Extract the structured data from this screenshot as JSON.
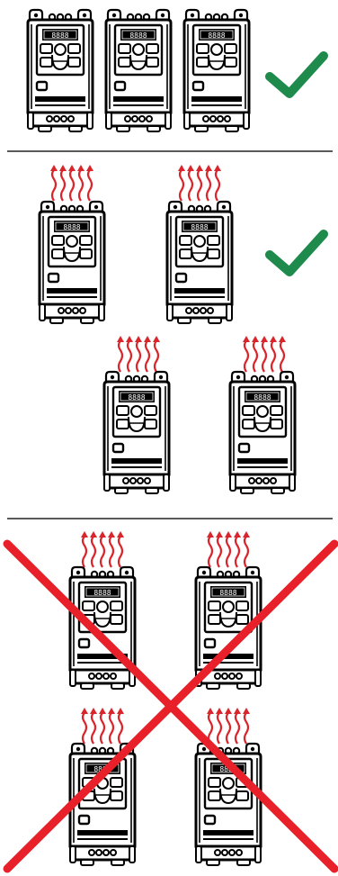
{
  "colors": {
    "device_outline": "#000000",
    "device_fill": "#ffffff",
    "heat_arrow": "#d9262c",
    "ok_check": "#1e8a4c",
    "bad_cross": "#e8202a",
    "divider": "#222222"
  },
  "icons": {
    "ok": "check-icon",
    "bad": "cross-icon",
    "heat": "heat-arrows-icon"
  },
  "device": {
    "display_text": "8888"
  },
  "sections": [
    {
      "name": "side-by-side-mounting",
      "verdict": "ok",
      "devices": 3,
      "heat_arrows": false
    },
    {
      "name": "staggered-mounting",
      "verdict": "ok",
      "devices": 4,
      "heat_arrows": true
    },
    {
      "name": "stacked-mounting",
      "verdict": "bad",
      "devices": 4,
      "heat_arrows": true
    }
  ]
}
